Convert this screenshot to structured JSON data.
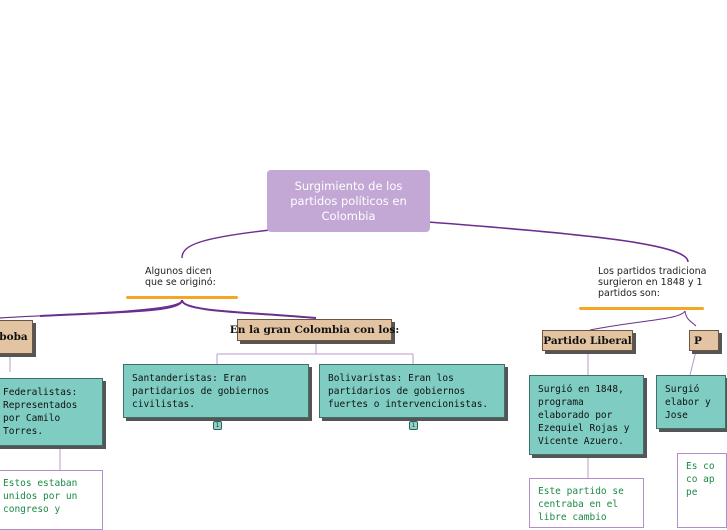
{
  "root": {
    "title": "Surgimiento de los partidos políticos en Colombia"
  },
  "left_branch": {
    "label": "Algunos dicen que se originó:",
    "nodes": {
      "patria_boba": {
        "label": "boba"
      },
      "gran_colombia": {
        "label": "En la gran Colombia con los:"
      }
    },
    "federalistas": "Federalistas: Representados por Camilo Torres.",
    "federalistas_note": "Estos estaban unidos por un congreso y",
    "santanderistas": "Santanderistas: Eran partidarios de gobiernos civilistas.",
    "bolivaristas": "Bolivaristas: Eran los partidarios de gobiernos fuertes o intervencionistas.",
    "badge_santander": "1",
    "badge_bolivar": "1"
  },
  "right_branch": {
    "label": "Los partidos tradiciona surgieron en 1848 y 1 partidos son:",
    "liberal": {
      "label": "Partido Liberal",
      "description": "Surgió en 1848, programa elaborado por Ezequiel Rojas y Vicente Azuero.",
      "note": "Este partido se centraba en el libre cambio"
    },
    "conservador": {
      "label": "P",
      "description": "Surgió elabor y Jose",
      "note": "Es co co ap pe"
    }
  },
  "colors": {
    "root": "#c3a7d5",
    "link": "#6a2e8f",
    "teal": "#7fcdc2",
    "tan": "#e3c4a2",
    "accent": "#f5a623",
    "note_text": "#1b8a45"
  }
}
